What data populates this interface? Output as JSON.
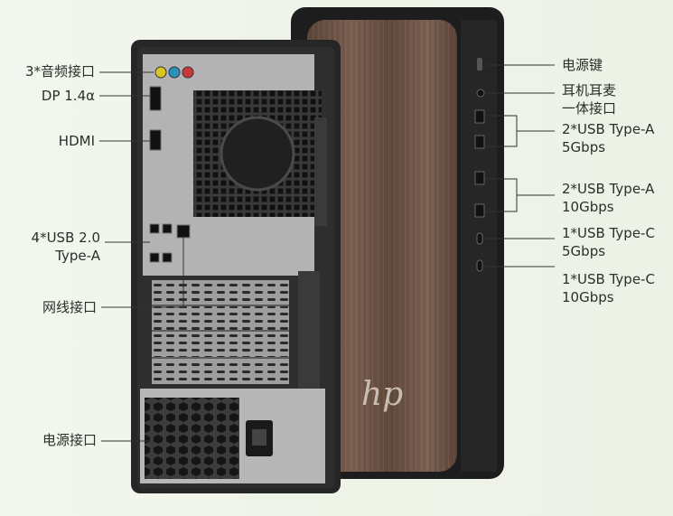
{
  "brand_logo_text": "hp",
  "colors": {
    "background": "#eef3e8",
    "case_dark": "#222222",
    "rear_panel": "#2a2a2a",
    "metal": "#b8b8b8",
    "wood": "#6d5547",
    "callout_line": "#333333",
    "label_text": "#2a2f2a"
  },
  "left_labels": [
    {
      "text": "3*音频接口"
    },
    {
      "text": "DP 1.4α"
    },
    {
      "text": "HDMI"
    },
    {
      "text": "4*USB 2.0\nType-A"
    },
    {
      "text": "网线接口"
    },
    {
      "text": "电源接口"
    }
  ],
  "right_labels": [
    {
      "text": "电源键"
    },
    {
      "text": "耳机耳麦\n一体接口"
    },
    {
      "text": "2*USB Type-A\n5Gbps"
    },
    {
      "text": "2*USB Type-A\n10Gbps"
    },
    {
      "text": "1*USB Type-C\n5Gbps"
    },
    {
      "text": "1*USB Type-C\n10Gbps"
    }
  ]
}
